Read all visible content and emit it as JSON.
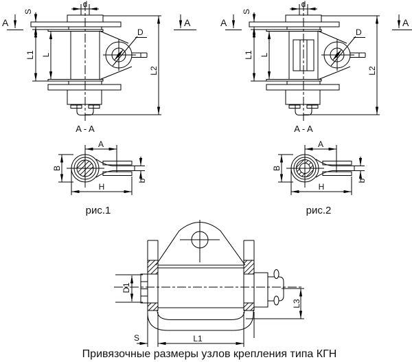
{
  "caption": "Привязочные размеры узлов крепления типа КГН",
  "section_views": {
    "left": {
      "d": "d",
      "s": "S",
      "a_left": "A",
      "a_right": "A",
      "l1": "L1",
      "l": "L",
      "diameter": "D",
      "l2": "L2",
      "title": "A - A"
    },
    "right": {
      "d": "d",
      "s": "S",
      "a_left": "A",
      "a_right": "A",
      "l1": "L1",
      "l": "L",
      "diameter": "D",
      "l2": "L2",
      "title": "A - A"
    }
  },
  "figures": {
    "fig1": {
      "a": "A",
      "b_cap": "B",
      "h": "H",
      "b": "b",
      "label": "рис.1"
    },
    "fig2": {
      "a": "A",
      "b_cap": "B",
      "h": "H",
      "b": "b",
      "label": "рис.2"
    }
  },
  "bottom_view": {
    "d1": "D1",
    "l3": "L3",
    "s": "S",
    "l1": "L1"
  }
}
